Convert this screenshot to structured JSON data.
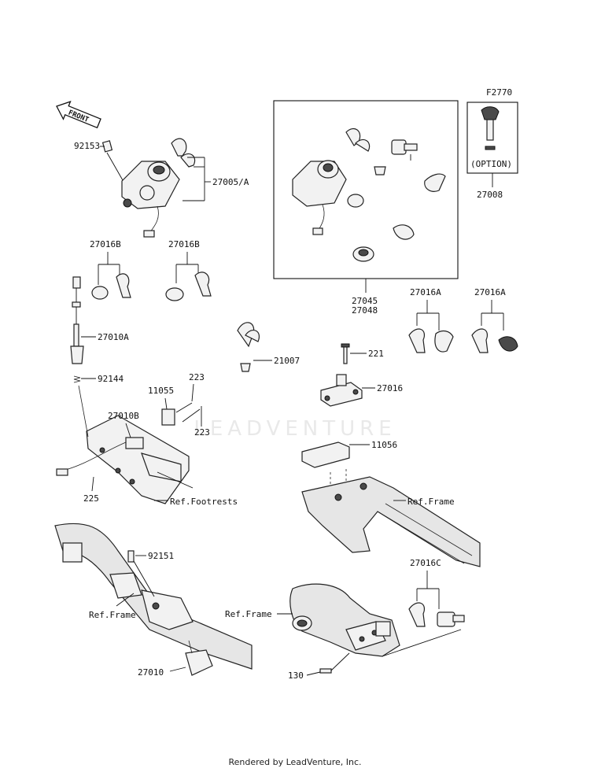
{
  "diagram_code": "F2770",
  "front_label": "FRONT",
  "watermark_text": "LEADVENTURE",
  "footer_text": "Rendered by LeadVenture, Inc.",
  "option_label": "(OPTION)",
  "part_labels": {
    "p92153": "92153",
    "p27005": "27005/A",
    "p27008": "27008",
    "p27045": "27045",
    "p27048": "27048",
    "p27016B_1": "27016B",
    "p27016B_2": "27016B",
    "p27010A": "27010A",
    "p92144": "92144",
    "p223_1": "223",
    "p11055": "11055",
    "p27010B": "27010B",
    "p223_2": "223",
    "p225": "225",
    "refFootrests": "Ref.Footrests",
    "p21007": "21007",
    "p221": "221",
    "p27016": "27016",
    "p11056": "11056",
    "refFrame1": "Ref.Frame",
    "p27016A_1": "27016A",
    "p27016A_2": "27016A",
    "p92151": "92151",
    "refFrame2": "Ref.Frame",
    "p27010": "27010",
    "p27016C": "27016C",
    "refFrame3": "Ref.Frame",
    "p130": "130"
  },
  "colors": {
    "ink": "#111111",
    "part_fill": "#f2f2f2",
    "watermark": "#e9e9e9"
  }
}
